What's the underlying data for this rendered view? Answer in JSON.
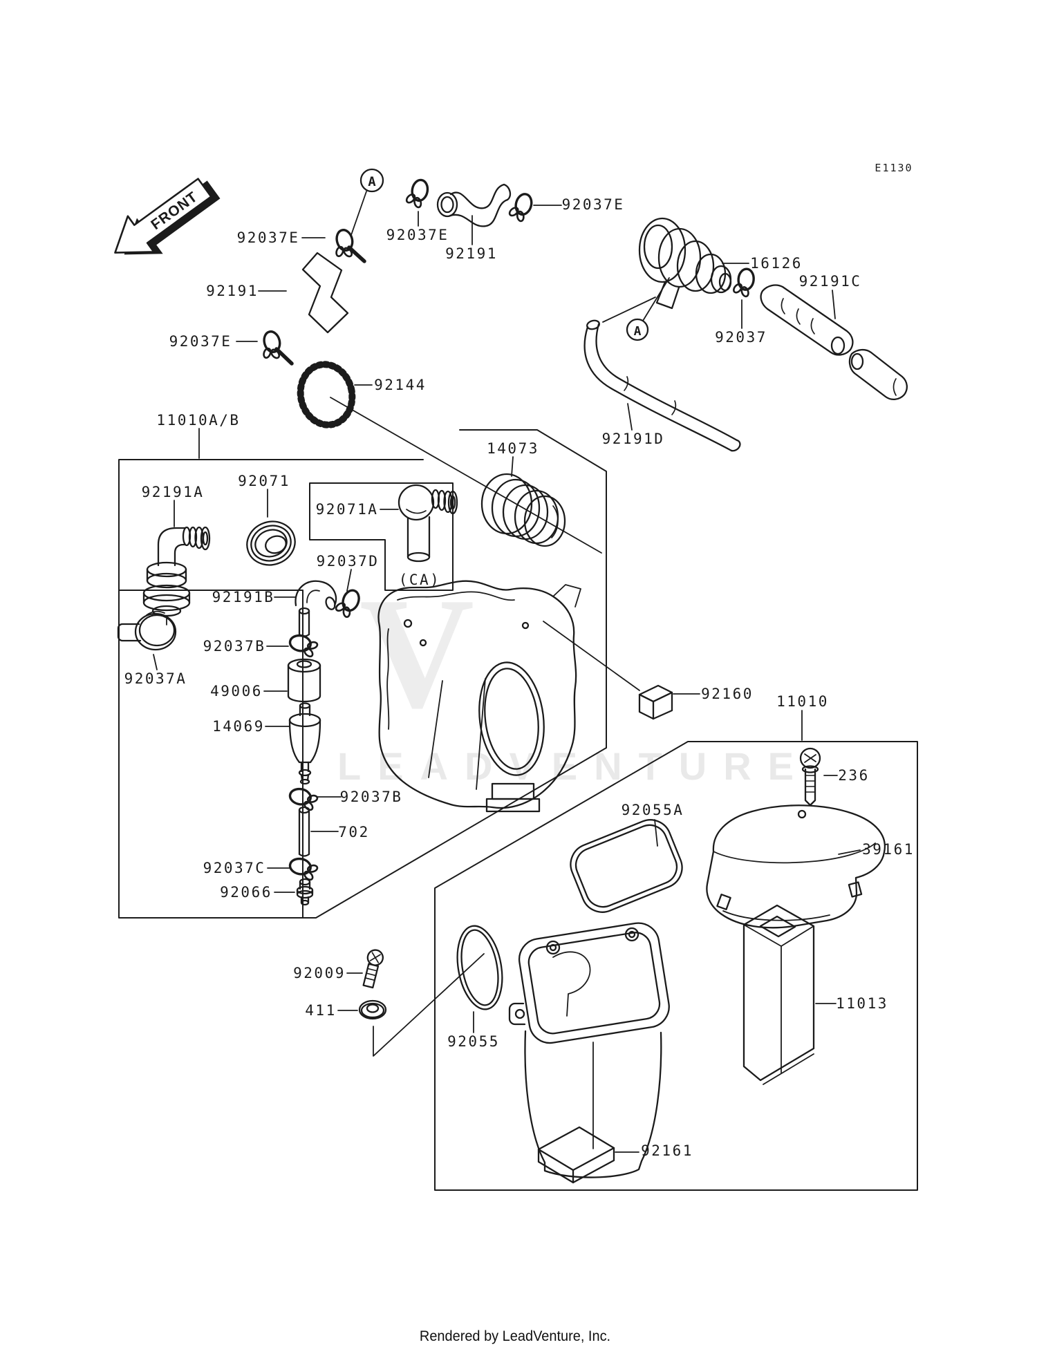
{
  "page": {
    "background": "#ffffff",
    "ink": "#1b1b1b"
  },
  "diagram_code": "E1130",
  "front_marker": "FRONT",
  "callouts": [
    {
      "id": "A-top",
      "text": "A"
    },
    {
      "id": "A-mid",
      "text": "A"
    }
  ],
  "watermark": {
    "text": "LEADVENTURE",
    "logo": "leadventure-flame-v"
  },
  "footer": {
    "text": "Rendered by LeadVenture, Inc."
  },
  "labels": [
    {
      "part": "92037E",
      "text": "92037E"
    },
    {
      "part": "92037E",
      "text": "92037E"
    },
    {
      "part": "92191",
      "text": "92191"
    },
    {
      "part": "92037E",
      "text": "92037E"
    },
    {
      "part": "92191",
      "text": "92191"
    },
    {
      "part": "92037E",
      "text": "92037E"
    },
    {
      "part": "16126",
      "text": "16126"
    },
    {
      "part": "92191C",
      "text": "92191C"
    },
    {
      "part": "92037",
      "text": "92037"
    },
    {
      "part": "92144",
      "text": "92144"
    },
    {
      "part": "11010A/B",
      "text": "11010A/B"
    },
    {
      "part": "14073",
      "text": "14073"
    },
    {
      "part": "92191D",
      "text": "92191D"
    },
    {
      "part": "92071",
      "text": "92071"
    },
    {
      "part": "92191A",
      "text": "92191A"
    },
    {
      "part": "92071A",
      "text": "92071A"
    },
    {
      "part": "92037D",
      "text": "92037D"
    },
    {
      "part": "CA",
      "text": "(CA)"
    },
    {
      "part": "92191B",
      "text": "92191B"
    },
    {
      "part": "92037A",
      "text": "92037A"
    },
    {
      "part": "92037B",
      "text": "92037B"
    },
    {
      "part": "49006",
      "text": "49006"
    },
    {
      "part": "14069",
      "text": "14069"
    },
    {
      "part": "92160",
      "text": "92160"
    },
    {
      "part": "11010",
      "text": "11010"
    },
    {
      "part": "92055A",
      "text": "92055A"
    },
    {
      "part": "236",
      "text": "236"
    },
    {
      "part": "39161",
      "text": "39161"
    },
    {
      "part": "92037B",
      "text": "92037B"
    },
    {
      "part": "702",
      "text": "702"
    },
    {
      "part": "92037C",
      "text": "92037C"
    },
    {
      "part": "92066",
      "text": "92066"
    },
    {
      "part": "92009",
      "text": "92009"
    },
    {
      "part": "411",
      "text": "411"
    },
    {
      "part": "92055",
      "text": "92055"
    },
    {
      "part": "11013",
      "text": "11013"
    },
    {
      "part": "92161",
      "text": "92161"
    }
  ]
}
